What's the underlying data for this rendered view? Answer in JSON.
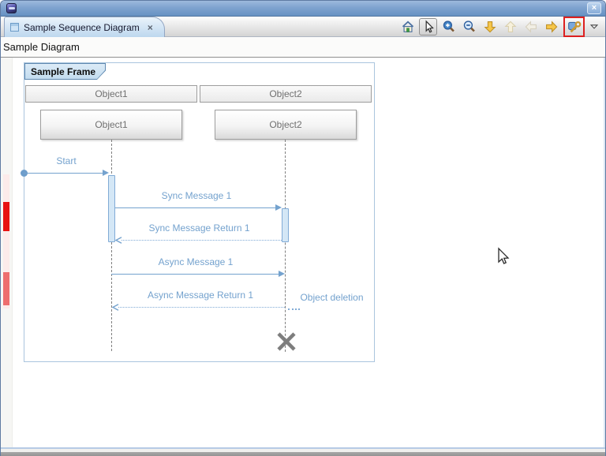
{
  "window": {
    "titlebar": {
      "close_glyph": "×"
    }
  },
  "editor": {
    "tab": {
      "title": "Sample Sequence Diagram",
      "close_glyph": "×"
    },
    "breadcrumb": "Sample Diagram",
    "toolbar": {
      "items": [
        {
          "name": "home",
          "enabled": true
        },
        {
          "name": "select-tool",
          "enabled": true,
          "pressed": true
        },
        {
          "name": "zoom-in",
          "enabled": true
        },
        {
          "name": "zoom-out",
          "enabled": true
        },
        {
          "name": "scroll-down",
          "enabled": true
        },
        {
          "name": "scroll-up",
          "enabled": false
        },
        {
          "name": "nav-back",
          "enabled": false
        },
        {
          "name": "nav-forward",
          "enabled": true
        },
        {
          "name": "properties-tool",
          "enabled": true,
          "highlighted": true
        },
        {
          "name": "view-menu",
          "enabled": true
        }
      ],
      "highlight_color": "#dd2020"
    }
  },
  "diagram": {
    "frame_label": "Sample Frame",
    "participants": [
      {
        "header": "Object1",
        "box_label": "Object1"
      },
      {
        "header": "Object2",
        "box_label": "Object2"
      }
    ],
    "messages": [
      {
        "label": "Start",
        "kind": "found-message"
      },
      {
        "label": "Sync Message 1",
        "kind": "sync-call"
      },
      {
        "label": "Sync Message Return 1",
        "kind": "sync-return"
      },
      {
        "label": "Async Message 1",
        "kind": "async-call"
      },
      {
        "label": "Async Message Return 1",
        "kind": "async-return"
      }
    ],
    "annotations": [
      {
        "label": "Object deletion",
        "kind": "object-deletion"
      }
    ],
    "colors": {
      "message_blue": "#74a2ce",
      "activation_fill": "#d4e7f6",
      "activation_border": "#81abd6",
      "frame_border": "#aac5de",
      "lifeline_gray": "#7f7f7f",
      "destroy_x_gray": "#7d7d7d",
      "marker_red": "#e81212",
      "marker_red_light": "#ee6e6e"
    }
  }
}
